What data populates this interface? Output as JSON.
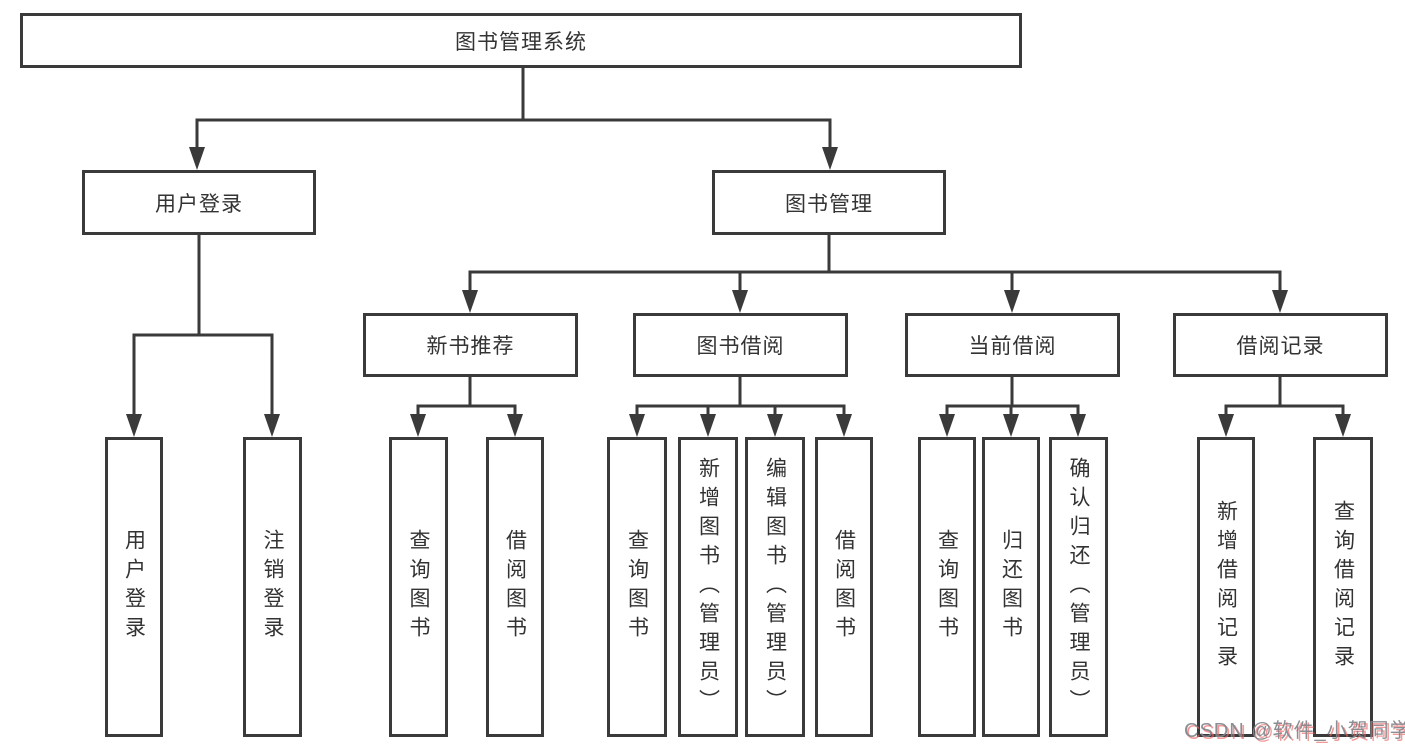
{
  "diagram_title": "图书管理系统",
  "tree": {
    "root": {
      "label": "图书管理系统"
    },
    "branches": [
      {
        "label": "用户登录",
        "children": [
          {
            "label": "用户登录"
          },
          {
            "label": "注销登录"
          }
        ]
      },
      {
        "label": "图书管理",
        "children": [
          {
            "label": "新书推荐",
            "children": [
              {
                "label": "查询图书"
              },
              {
                "label": "借阅图书"
              }
            ]
          },
          {
            "label": "图书借阅",
            "children": [
              {
                "label": "查询图书"
              },
              {
                "label": "新增图书（管理员）"
              },
              {
                "label": "编辑图书（管理员）"
              },
              {
                "label": "借阅图书"
              }
            ]
          },
          {
            "label": "当前借阅",
            "children": [
              {
                "label": "查询图书"
              },
              {
                "label": "归还图书"
              },
              {
                "label": "确认归还（管理员）"
              }
            ]
          },
          {
            "label": "借阅记录",
            "children": [
              {
                "label": "新增借阅记录"
              },
              {
                "label": "查询借阅记录"
              }
            ]
          }
        ]
      }
    ]
  },
  "colors": {
    "line": "#3a3a3a",
    "text": "#333333",
    "background": "#ffffff",
    "watermark_gray": "#80858b",
    "watermark_red": "#eb6464"
  },
  "watermark": {
    "text": "CSDN @软件_小贺同学"
  }
}
